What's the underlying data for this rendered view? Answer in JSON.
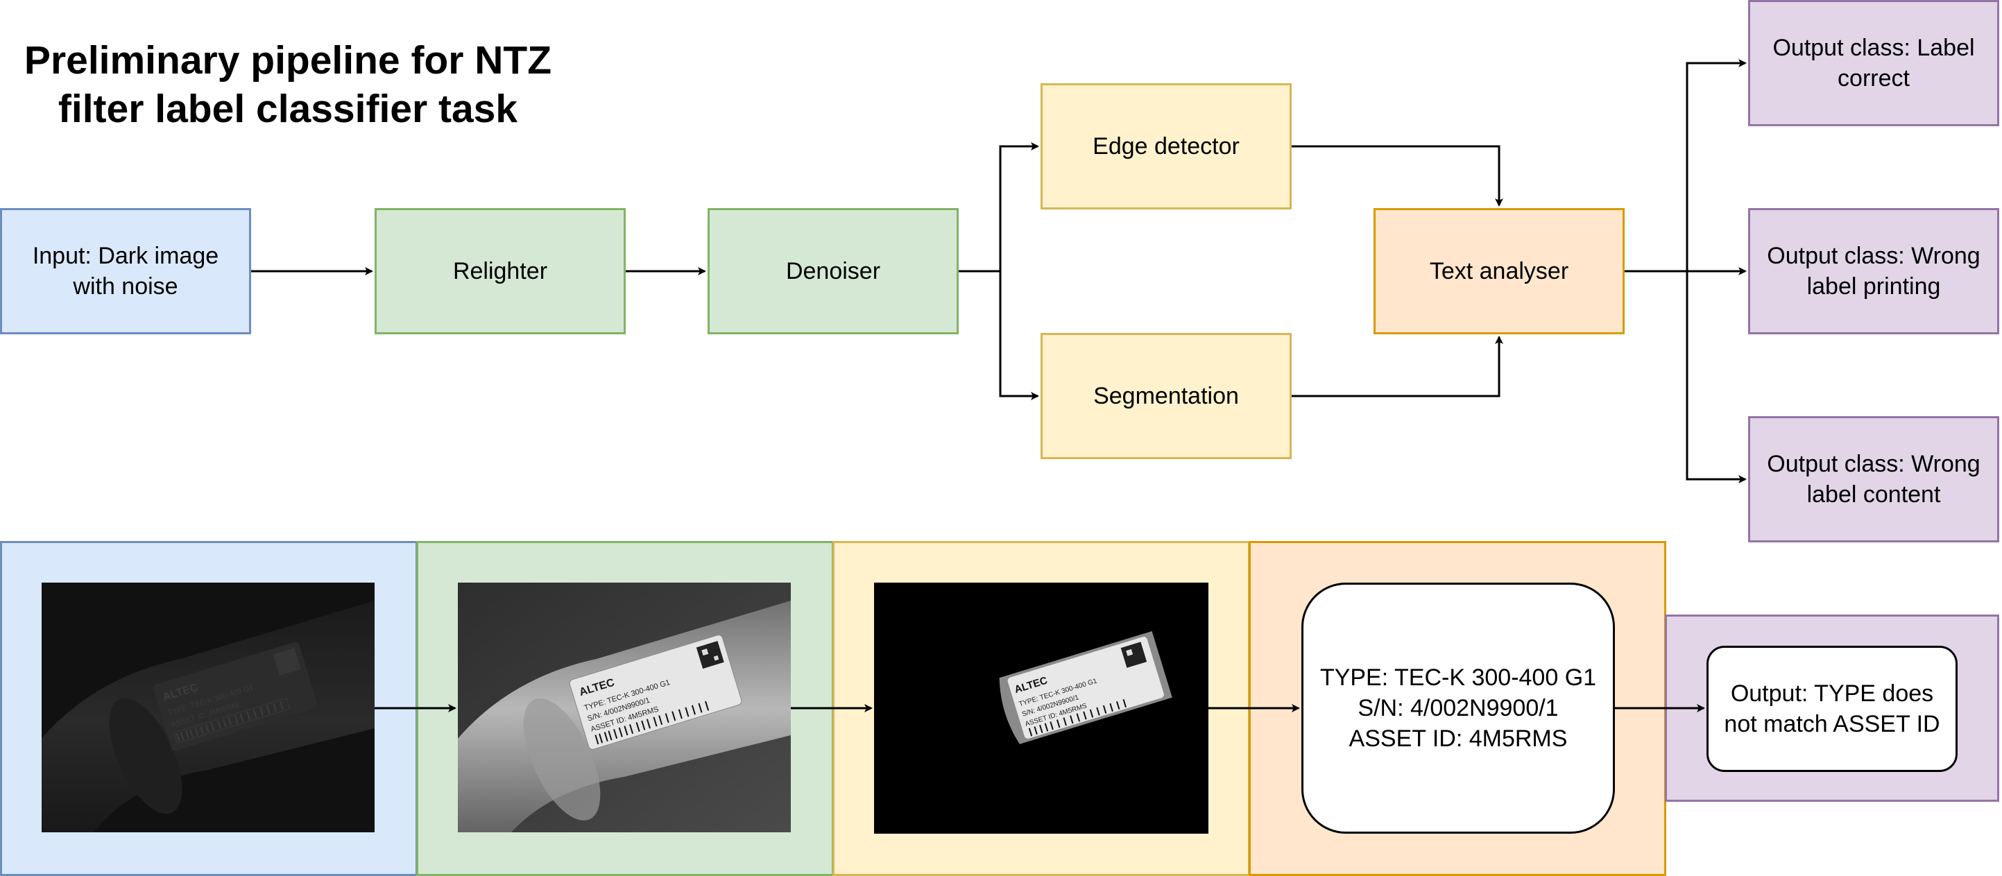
{
  "title": {
    "line1": "Preliminary pipeline for NTZ",
    "line2": "filter label classifier task"
  },
  "pipeline": {
    "input": {
      "line1": "Input: Dark image",
      "line2": "with noise"
    },
    "relighter": "Relighter",
    "denoiser": "Denoiser",
    "edge_detector": "Edge detector",
    "segmentation": "Segmentation",
    "text_analyser": "Text analyser",
    "outputs": [
      {
        "line1": "Output class: Label",
        "line2": "correct"
      },
      {
        "line1": "Output class: Wrong",
        "line2": "label printing"
      },
      {
        "line1": "Output class: Wrong",
        "line2": "label content"
      }
    ]
  },
  "example": {
    "label_brand": "ALTEC",
    "label_type": "TYPE: TEC-K 300-400 G1",
    "label_sn": "S/N: 4/002N9900/1",
    "label_asset": "ASSET ID: 4M5RMS",
    "readout": {
      "line1": "TYPE: TEC-K 300-400 G1",
      "line2": "S/N: 4/002N9900/1",
      "line3": "ASSET ID: 4M5RMS"
    },
    "result": {
      "line1": "Output: TYPE does",
      "line2": "not match ASSET ID"
    }
  },
  "colors": {
    "blue_fill": "#dae8fc",
    "blue_stroke": "#6c8ebf",
    "green_fill": "#d5e8d4",
    "green_stroke": "#82b366",
    "yellow_fill": "#fff2cc",
    "yellow_stroke": "#d6b656",
    "orange_fill": "#ffe6cc",
    "orange_stroke": "#d79b00",
    "purple_fill": "#e1d5e7",
    "purple_stroke": "#9673a6"
  }
}
